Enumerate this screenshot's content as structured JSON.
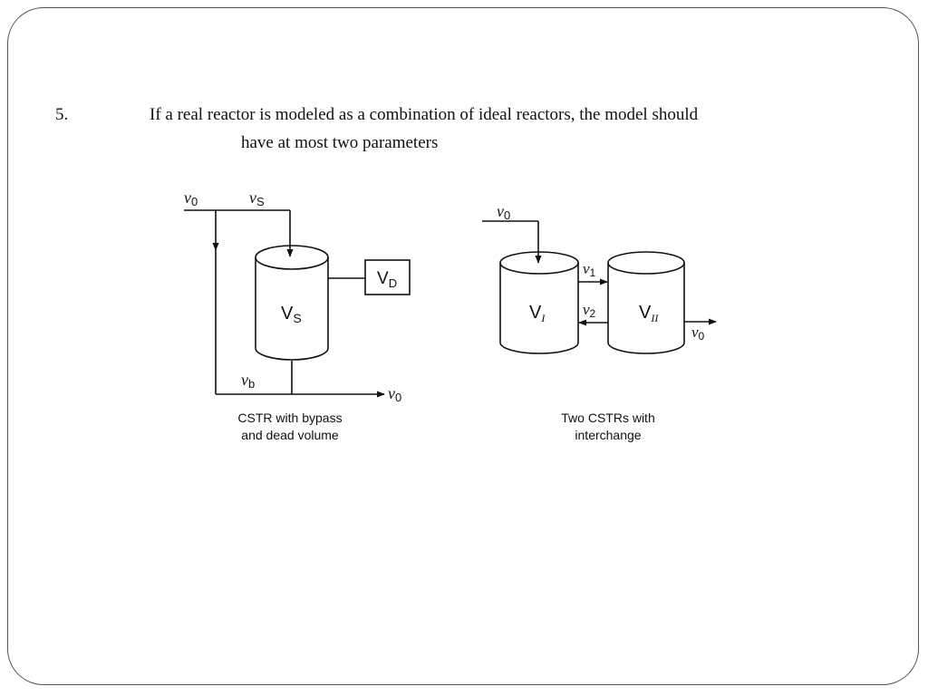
{
  "item": {
    "number": "5.",
    "line1": "If a real reactor is modeled as a combination of ideal reactors, the model should",
    "line2": "have at most two parameters"
  },
  "left_diagram": {
    "inlet": "v",
    "inlet_sub": "0",
    "side_flow": "v",
    "side_flow_sub": "S",
    "vessel": "V",
    "vessel_sub": "S",
    "dead_box": "V",
    "dead_box_sub": "D",
    "bypass": "v",
    "bypass_sub": "b",
    "outlet": "v",
    "outlet_sub": "0",
    "caption_line1": "CSTR with bypass",
    "caption_line2": "and dead volume"
  },
  "right_diagram": {
    "inlet": "v",
    "inlet_sub": "0",
    "tank1": "V",
    "tank1_sub": "I",
    "tank2": "V",
    "tank2_sub": "II",
    "flow1": "v",
    "flow1_sub": "1",
    "flow2": "v",
    "flow2_sub": "2",
    "outlet": "v",
    "outlet_sub": "0",
    "caption_line1": "Two CSTRs with",
    "caption_line2": "interchange"
  }
}
